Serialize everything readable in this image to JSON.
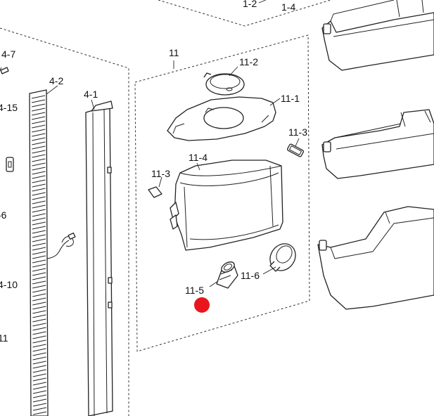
{
  "labels": {
    "l_1_2": "1-2",
    "l_1_4": "1-4",
    "l_11": "11",
    "l_11_2": "11-2",
    "l_11_1": "11-1",
    "l_11_3_right": "11-3",
    "l_11_4": "11-4",
    "l_11_3_left": "11-3",
    "l_11_6": "11-6",
    "l_11_5": "11-5",
    "l_4_7": "4-7",
    "l_4_2": "4-2",
    "l_4_1": "4-1",
    "l_4_15": "4-15",
    "l_6": "-6",
    "l_4_10": "4-10",
    "l_11_edge": "11"
  },
  "colors": {
    "line": "#222222",
    "marker": "#e8161c",
    "background": "#ffffff"
  }
}
